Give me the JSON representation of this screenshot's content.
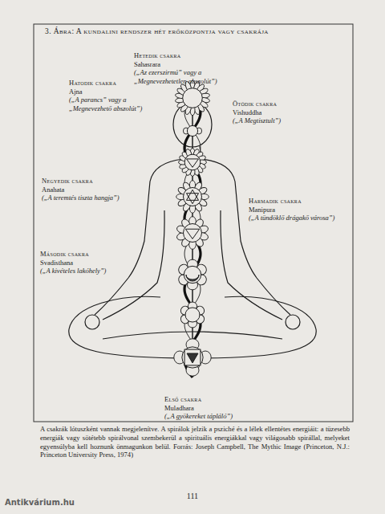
{
  "diagram": {
    "title": "3. Ábra: A kundalini rendszer hét erőközpontja vagy csakrája",
    "caption": "A csakrák lótuszként vannak megjelenítve. A spirálok jelzik a psziché és a lélek ellentétes energiáit: a tüzesebb energiák vagy sötétebb spirálvonal szembekerül a spirituális energiákkal vagy világosabb spirállal, melyeket egyensúlyba kell hoznunk önmagunkon belül. Forrás: Joseph Campbell, The Mythic Image (Princeton, N.J.: Princeton University Press, 1974)",
    "labels": [
      "Hetedik csakra",
      "Sahasrara",
      "(„Az ezerszirmú” vagy a „Megnevezhetetlen abszolút”)",
      "Hatodik csakra",
      "Ajna",
      "(„A parancs” vagy a „Megnevezhető abszolút”)",
      "Ötödik csakra",
      "Vishuddha",
      "(„A Megtisztult”)",
      "Negyedik csakra",
      "Anahata",
      "(„A teremtés tiszta hangja”)",
      "Harmadik csakra",
      "Manipura",
      "(„A tündöklő drágakő városa”)",
      "Második csakra",
      "Svadisthana",
      "(„A kivételes lakóhely”)",
      "Első csakra",
      "Muladhara",
      "(„A gyökereket tápláló”)",
      "111",
      "Antikvárium.hu"
    ]
  }
}
